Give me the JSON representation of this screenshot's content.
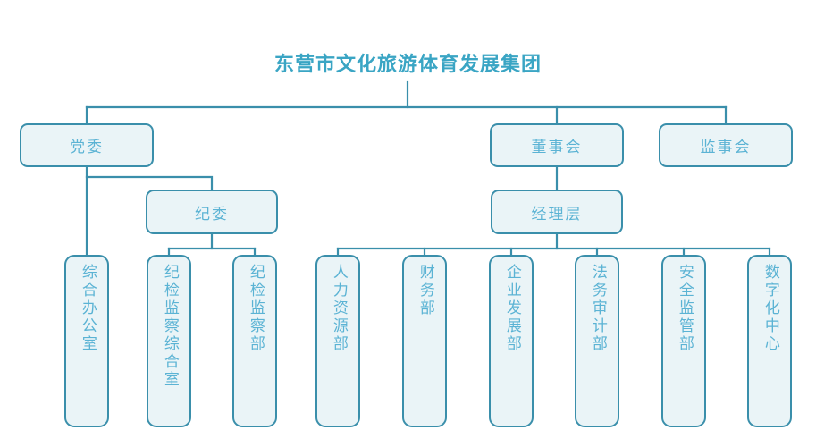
{
  "title": "东营市文化旅游体育发展集团",
  "colors": {
    "title": "#3aa5c4",
    "node_border": "#3a8fab",
    "node_fill": "#eaf4f7",
    "node_text": "#5bb3d4",
    "connector": "#3a8fab",
    "background": "#ffffff"
  },
  "nodes": {
    "party_committee": "党委",
    "board_of_directors": "董事会",
    "board_of_supervisors": "监事会",
    "discipline_committee": "纪委",
    "management_layer": "经理层",
    "general_office": "综合办公室",
    "discipline_inspection_general_office": "纪检监察综合室",
    "discipline_inspection_dept": "纪检监察部",
    "human_resources_dept": "人力资源部",
    "finance_dept": "财务部",
    "enterprise_development_dept": "企业发展部",
    "legal_audit_dept": "法务审计部",
    "safety_supervision_dept": "安全监管部",
    "digitalization_center": "数字化中心"
  },
  "hierarchy": {
    "root": "东营市文化旅游体育发展集团",
    "level1": [
      "党委",
      "董事会",
      "监事会"
    ],
    "party_children": [
      "纪委",
      "综合办公室"
    ],
    "discipline_children": [
      "纪检监察综合室",
      "纪检监察部"
    ],
    "board_children": [
      "经理层"
    ],
    "management_children": [
      "人力资源部",
      "财务部",
      "企业发展部",
      "法务审计部",
      "安全监管部",
      "数字化中心"
    ]
  }
}
